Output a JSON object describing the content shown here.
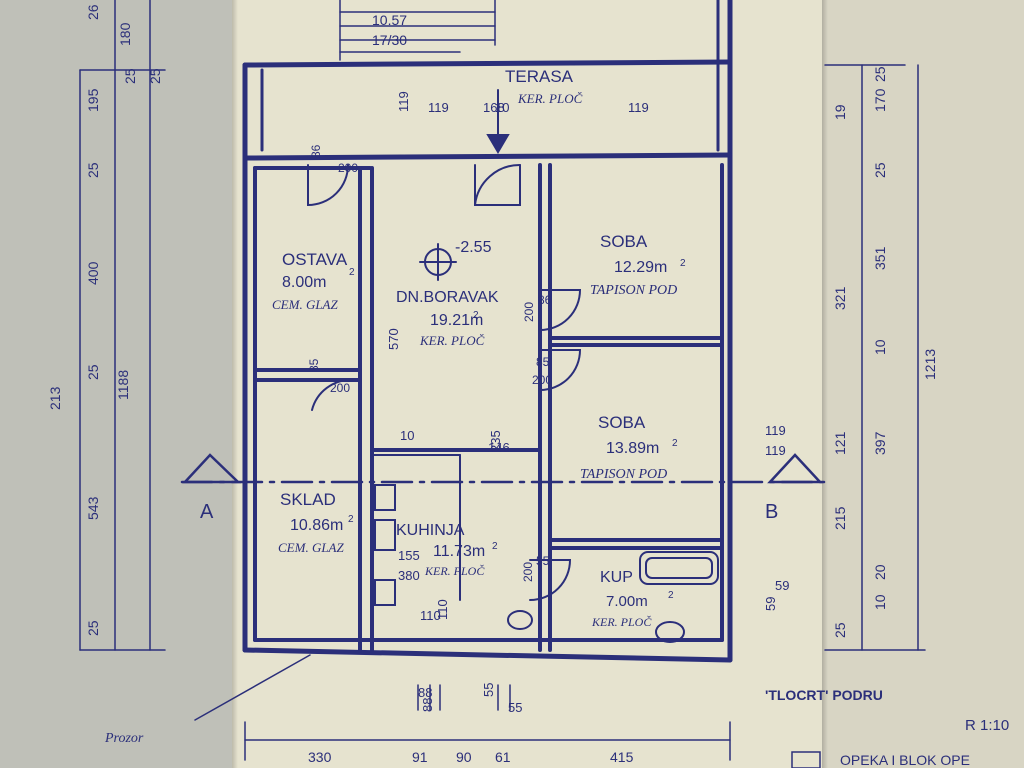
{
  "plan": {
    "terrace": {
      "name": "TERASA",
      "finish": "KER. PLOČ"
    },
    "rooms": [
      {
        "id": "ostava",
        "name": "OSTAVA",
        "area": "8.00m",
        "finish": "CEM. GLAZ"
      },
      {
        "id": "boravak",
        "name": "DN.BORAVAK",
        "area": "19.21m",
        "finish": "KER. PLOČ"
      },
      {
        "id": "soba1",
        "name": "SOBA",
        "area": "12.29m",
        "finish": "TAPISON POD"
      },
      {
        "id": "soba2",
        "name": "SOBA",
        "area": "13.89m",
        "finish": "TAPISON POD"
      },
      {
        "id": "sklad",
        "name": "SKLAD",
        "area": "10.86m",
        "finish": "CEM. GLAZ"
      },
      {
        "id": "kuhinja",
        "name": "KUHINJA",
        "area": "11.73m",
        "finish": "KER. PLOČ"
      },
      {
        "id": "kup",
        "name": "KUP",
        "area": "7.00m",
        "finish": "KER. PLOČ"
      }
    ],
    "area_exp": "2",
    "level": "-2.55",
    "stairs": [
      "10.57",
      "17/30"
    ],
    "section_a": "A",
    "section_b": "B",
    "note": "Prozor",
    "left_dims": [
      "25",
      "543",
      "25",
      "400",
      "25",
      "195",
      "25",
      "26"
    ],
    "left_inner_dims": [
      "1188",
      "213"
    ],
    "left_top_dims": [
      "180",
      "25"
    ],
    "right_dims": [
      "25",
      "10",
      "20",
      "215",
      "121",
      "397",
      "10",
      "321",
      "351",
      "25",
      "19",
      "170",
      "25"
    ],
    "right_total": "1213",
    "bottom_dims": [
      "330",
      "91",
      "90",
      "61",
      "415"
    ],
    "door_labels": [
      "86",
      "200",
      "86",
      "200",
      "85",
      "200",
      "85",
      "200",
      "55",
      "200"
    ],
    "misc_dims": [
      "119",
      "119",
      "119",
      "119",
      "59",
      "59",
      "119",
      "110",
      "570",
      "10",
      "146",
      "235",
      "168",
      "10",
      "110",
      "155",
      "380",
      "55",
      "55",
      "88",
      "88"
    ],
    "title_block": {
      "title": "'TLOCRT' PODRU",
      "scale": "R 1:10",
      "legend": "OPEKA I BLOK OPE"
    }
  },
  "colors": {
    "ink": "#2b2f7a",
    "paper": "#e6e3cf"
  }
}
